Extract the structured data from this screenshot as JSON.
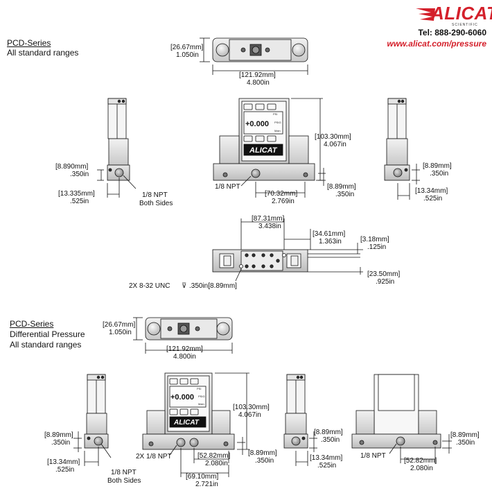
{
  "header": {
    "brand_name": "ALICAT",
    "brand_sub": "SCIENTIFIC",
    "telephone": "Tel: 888-290-6060",
    "website": "www.alicat.com/pressure",
    "brand_color": "#d4202b"
  },
  "section1": {
    "title": "PCD-Series",
    "subtitle": "All standard ranges"
  },
  "section2": {
    "title": "PCD-Series",
    "subtitle_line1": "Differential Pressure",
    "subtitle_line2": "All standard ranges"
  },
  "display": {
    "reading": "+0.000",
    "unit_top": "PSI",
    "unit_label": "PSIG",
    "mode_label": "Main",
    "logo": "ALICAT"
  },
  "dims": {
    "top_height_mm": "[26.67mm]",
    "top_height_in": "1.050in",
    "top_width_mm": "[121.92mm]",
    "top_width_in": "4.800in",
    "side_870_mm": "[8.890mm]",
    "side_870_in": ".350in",
    "side_1334_mm": "[13.335mm]",
    "side_1334_in": ".525in",
    "npt_label": "1/8 NPT",
    "both_sides": "Both Sides",
    "front_height_mm": "[103.30mm]",
    "front_height_in": "4.067in",
    "front_npt": "1/8 NPT",
    "front_port_mm": "[70.32mm]",
    "front_port_in": "2.769in",
    "front_base_mm": "[8.89mm]",
    "front_base_in": ".350in",
    "rside_889_mm": "[8.89mm]",
    "rside_889_in": ".350in",
    "rside_1334_mm": "[13.34mm]",
    "rside_1334_in": ".525in",
    "bottom_8731_mm": "[87.31mm]",
    "bottom_8731_in": "3.438in",
    "bottom_3461_mm": "[34.61mm]",
    "bottom_3461_in": "1.363in",
    "bottom_318_mm": "[3.18mm]",
    "bottom_318_in": ".125in",
    "bottom_2350_mm": "[23.50mm]",
    "bottom_2350_in": ".925in",
    "thread_note": "2X 8-32 UNC",
    "thread_depth": ".350in[8.89mm]",
    "dp_top_height_mm": "[26.67mm]",
    "dp_top_height_in": "1.050in",
    "dp_top_width_mm": "[121.92mm]",
    "dp_top_width_in": "4.800in",
    "dp_left_889_mm": "[8.89mm]",
    "dp_left_889_in": ".350in",
    "dp_left_1334_mm": "[13.34mm]",
    "dp_left_1334_in": ".525in",
    "dp_npt": "1/8 NPT",
    "dp_both_sides": "Both Sides",
    "dp_front_npt": "2X 1/8 NPT",
    "dp_front_height_mm": "[103.30mm]",
    "dp_front_height_in": "4.067in",
    "dp_front_base_mm": "[8.89mm]",
    "dp_front_base_in": ".350in",
    "dp_5282_mm": "[52.82mm]",
    "dp_5282_in": "2.080in",
    "dp_6910_mm": "[69.10mm]",
    "dp_6910_in": "2.721in",
    "dp_rside_889_mm": "[8.89mm]",
    "dp_rside_889_in": ".350in",
    "dp_rside_1334_mm": "[13.34mm]",
    "dp_rside_1334_in": ".525in",
    "dp_back_npt": "1/8 NPT",
    "dp_back_889_mm": "[8.89mm]",
    "dp_back_889_in": ".350in",
    "dp_back_5282_mm": "[52.82mm]",
    "dp_back_5282_in": "2.080in"
  }
}
